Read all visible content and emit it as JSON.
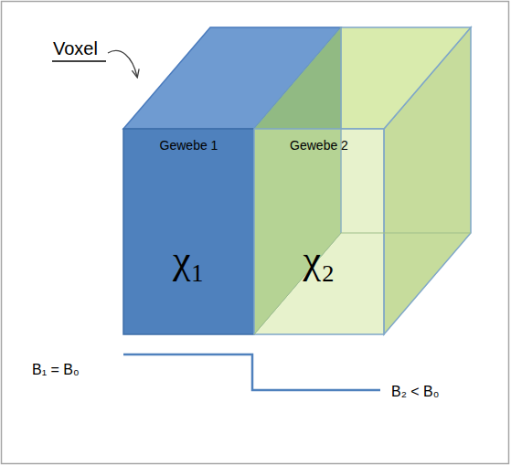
{
  "diagram": {
    "nodes": [
      {
        "text": [
          "Gewebe 1",
          "χ₁"
        ]
      },
      {
        "text": [
          "Gewebe 2",
          "χ₂"
        ]
      }
    ],
    "labels": [
      "Voxel",
      "B₁ = B₀",
      "B₂ < B₀"
    ]
  }
}
